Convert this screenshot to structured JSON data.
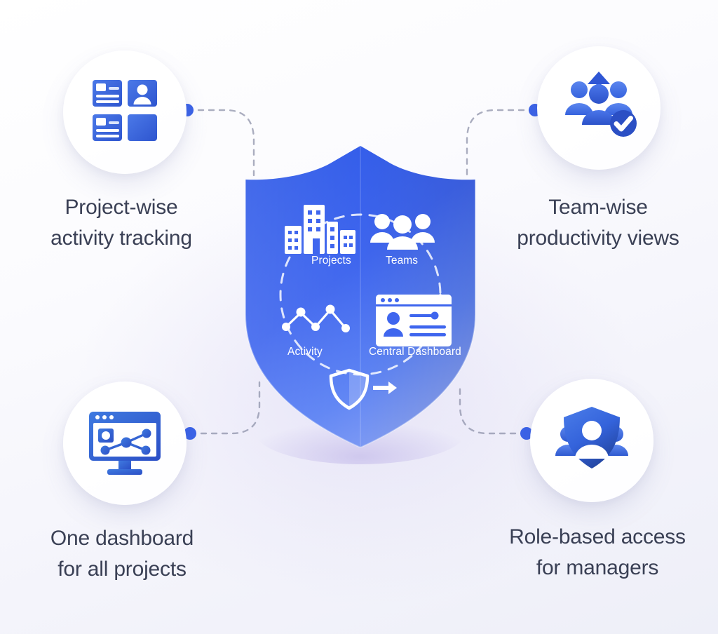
{
  "page": {
    "title": "Project & team management shield infographic",
    "background_color": "#f4f4fb",
    "accent_color": "#3b63e8",
    "shield_color_top": "#2f5ae8",
    "shield_color_bottom": "#7e9bf5",
    "caption_color": "#3a4055"
  },
  "features": [
    {
      "id": "project-wise-activity-tracking",
      "position": "top-left",
      "icon": "cards-grid-icon",
      "caption": "Project-wise\nactivity tracking"
    },
    {
      "id": "team-wise-productivity-views",
      "position": "top-right",
      "icon": "team-growth-check-icon",
      "caption": "Team-wise\nproductivity views"
    },
    {
      "id": "one-dashboard-for-all-projects",
      "position": "bottom-left",
      "icon": "monitor-network-icon",
      "caption": "One dashboard\nfor all projects"
    },
    {
      "id": "role-based-access-for-managers",
      "position": "bottom-right",
      "icon": "shield-people-icon",
      "caption": "Role-based access\nfor managers"
    }
  ],
  "shield": {
    "name": "central-shield",
    "badge_icon": "shield-arrow-icon",
    "nodes": [
      {
        "id": "projects",
        "label": "Projects",
        "icon": "buildings-icon"
      },
      {
        "id": "teams",
        "label": "Teams",
        "icon": "people-group-icon"
      },
      {
        "id": "activity",
        "label": "Activity",
        "icon": "zigzag-chart-icon"
      },
      {
        "id": "central-dashboard",
        "label": "Central Dashboard",
        "icon": "dashboard-window-icon"
      }
    ]
  }
}
